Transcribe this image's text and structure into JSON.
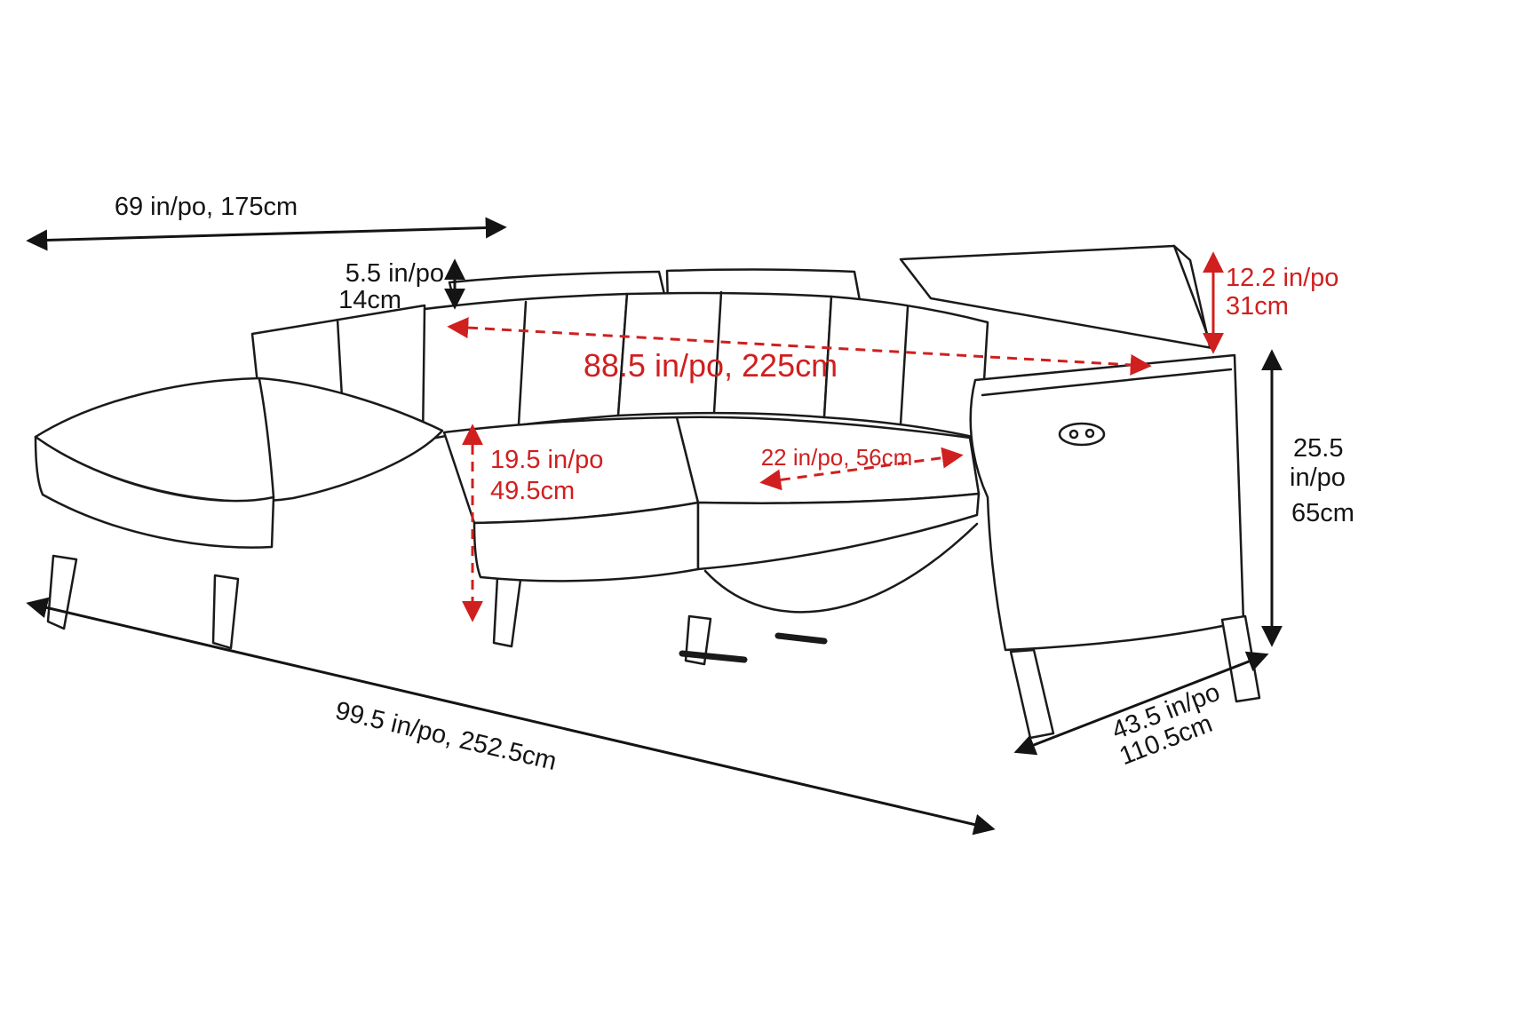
{
  "diagram": {
    "name": "sectional-sofa-dimension-diagram",
    "background": "#ffffff",
    "line_color": "#1a1a1a",
    "accent_color": "#d01f1f"
  },
  "dimensions": {
    "back_width_top": {
      "text": "69 in/po, 175cm"
    },
    "headrest_height": {
      "line1": "5.5 in/po",
      "line2": "14cm"
    },
    "headrest_raised": {
      "line1": "12.2 in/po",
      "line2": "31cm"
    },
    "inner_width": {
      "text": "88.5 in/po, 225cm"
    },
    "seat_height": {
      "line1": "19.5 in/po",
      "line2": "49.5cm"
    },
    "seat_depth": {
      "text": "22 in/po, 56cm"
    },
    "arm_height": {
      "line1": "25.5",
      "line2": "in/po",
      "line3": "65cm"
    },
    "total_length": {
      "text": "99.5 in/po, 252.5cm"
    },
    "total_depth": {
      "line1": "43.5 in/po",
      "line2": "110.5cm"
    }
  }
}
